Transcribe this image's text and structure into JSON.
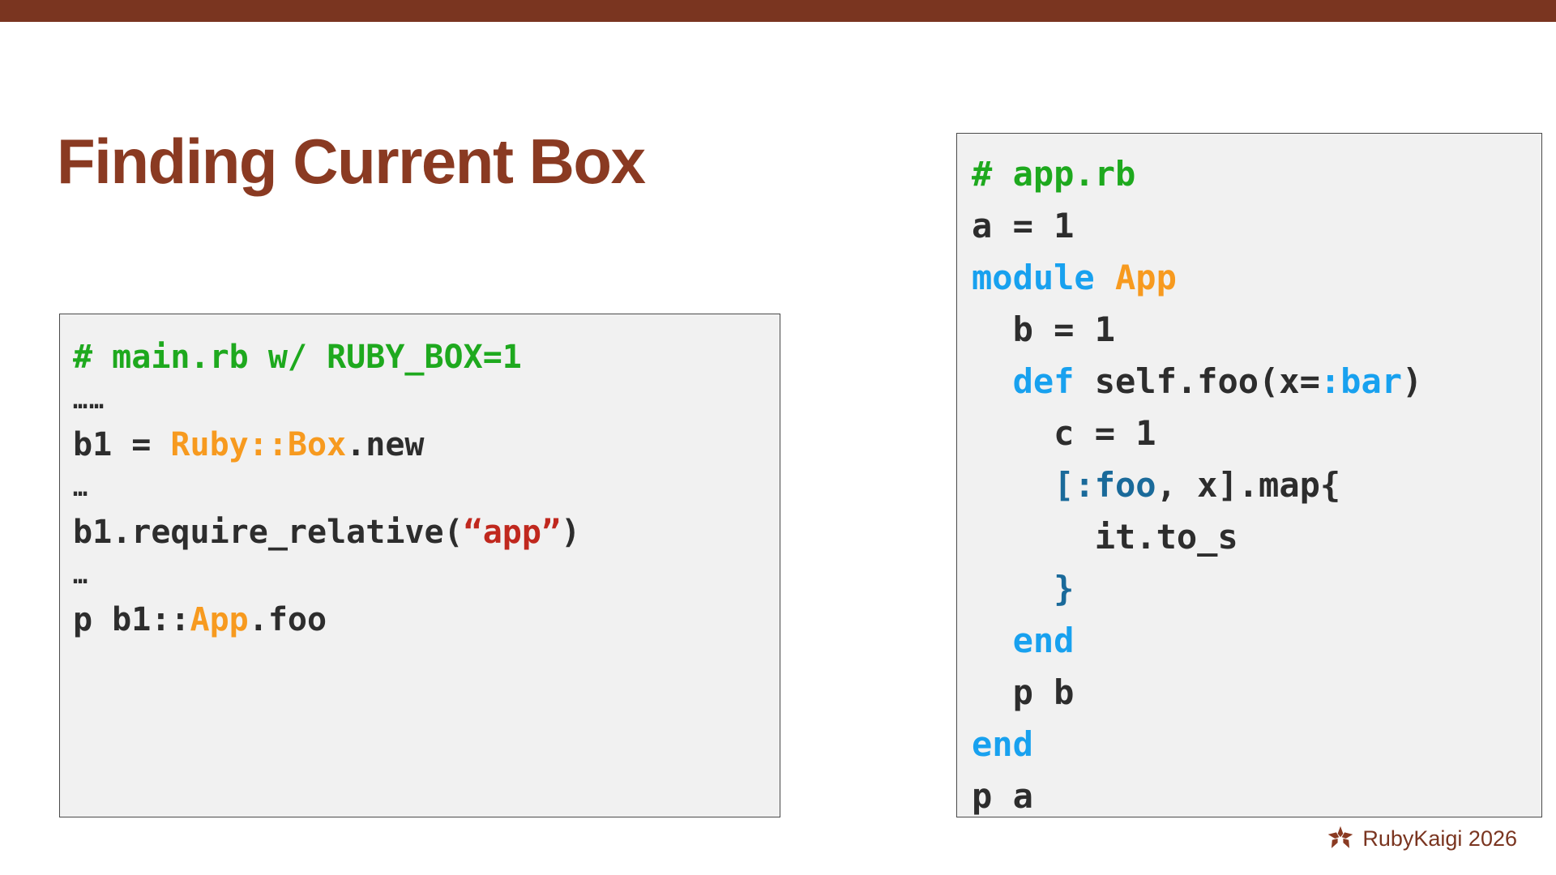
{
  "slide": {
    "title": "Finding Current Box",
    "top_bar_color": "#7a3520",
    "title_color": "#8a3a22",
    "background_color": "#ffffff"
  },
  "palette": {
    "comment": "#1ea91e",
    "constant": "#f79a1f",
    "string": "#c0281e",
    "keyword": "#18a1ef",
    "symbol": "#1a6a9a",
    "plain": "#2d2d2d",
    "code_background": "#f1f1f1",
    "code_border": "#4a4a4a"
  },
  "code_main": {
    "name": "main.rb",
    "lines": [
      {
        "id": "m0",
        "tokens": [
          {
            "t": "# main.rb w/ RUBY_BOX=1",
            "c": "comment"
          }
        ]
      },
      {
        "id": "m1",
        "ellipsis": true,
        "tokens": [
          {
            "t": "……",
            "c": "plain"
          }
        ]
      },
      {
        "id": "m2",
        "tokens": [
          {
            "t": "b1 = ",
            "c": "plain"
          },
          {
            "t": "Ruby::Box",
            "c": "constant"
          },
          {
            "t": ".new",
            "c": "plain"
          }
        ]
      },
      {
        "id": "m3",
        "ellipsis": true,
        "tokens": [
          {
            "t": "…",
            "c": "plain"
          }
        ]
      },
      {
        "id": "m4",
        "tokens": [
          {
            "t": "b1.require_relative(",
            "c": "plain"
          },
          {
            "t": "“app”",
            "c": "string"
          },
          {
            "t": ")",
            "c": "plain"
          }
        ]
      },
      {
        "id": "m5",
        "ellipsis": true,
        "tokens": [
          {
            "t": "…",
            "c": "plain"
          }
        ]
      },
      {
        "id": "m6",
        "tokens": [
          {
            "t": "p b1::",
            "c": "plain"
          },
          {
            "t": "App",
            "c": "constant"
          },
          {
            "t": ".foo",
            "c": "plain"
          }
        ]
      }
    ]
  },
  "code_app": {
    "name": "app.rb",
    "lines": [
      {
        "id": "a0",
        "tokens": [
          {
            "t": "# app.rb",
            "c": "comment"
          }
        ]
      },
      {
        "id": "a1",
        "tokens": [
          {
            "t": "a = 1",
            "c": "plain"
          }
        ]
      },
      {
        "id": "a2",
        "tokens": [
          {
            "t": "module ",
            "c": "keyword"
          },
          {
            "t": "App",
            "c": "constant"
          }
        ]
      },
      {
        "id": "a3",
        "tokens": [
          {
            "t": "  b = 1",
            "c": "plain"
          }
        ]
      },
      {
        "id": "a4",
        "tokens": [
          {
            "t": "  ",
            "c": "plain"
          },
          {
            "t": "def",
            "c": "keyword"
          },
          {
            "t": " self.foo(x=",
            "c": "plain"
          },
          {
            "t": ":bar",
            "c": "keyword"
          },
          {
            "t": ")",
            "c": "plain"
          }
        ]
      },
      {
        "id": "a5",
        "tokens": [
          {
            "t": "    c = 1",
            "c": "plain"
          }
        ]
      },
      {
        "id": "a6",
        "tokens": [
          {
            "t": "    [",
            "c": "symbol"
          },
          {
            "t": ":foo",
            "c": "symbol"
          },
          {
            "t": ", x]",
            "c": "plain"
          },
          {
            "t": ".map{",
            "c": "plain"
          }
        ]
      },
      {
        "id": "a7",
        "tokens": [
          {
            "t": "      it.to_s",
            "c": "plain"
          }
        ]
      },
      {
        "id": "a8",
        "tokens": [
          {
            "t": "    }",
            "c": "symbol"
          }
        ]
      },
      {
        "id": "a9",
        "tokens": [
          {
            "t": "  ",
            "c": "plain"
          },
          {
            "t": "end",
            "c": "keyword"
          }
        ]
      },
      {
        "id": "a10",
        "tokens": [
          {
            "t": "  p b",
            "c": "plain"
          }
        ]
      },
      {
        "id": "a11",
        "tokens": [
          {
            "t": "end",
            "c": "keyword"
          }
        ]
      },
      {
        "id": "a12",
        "tokens": [
          {
            "t": "p a",
            "c": "plain"
          }
        ]
      }
    ]
  },
  "footer": {
    "brand_text": "RubyKaigi 2026",
    "brand_color": "#7a3520",
    "logo_name": "rubykaigi-logo"
  }
}
